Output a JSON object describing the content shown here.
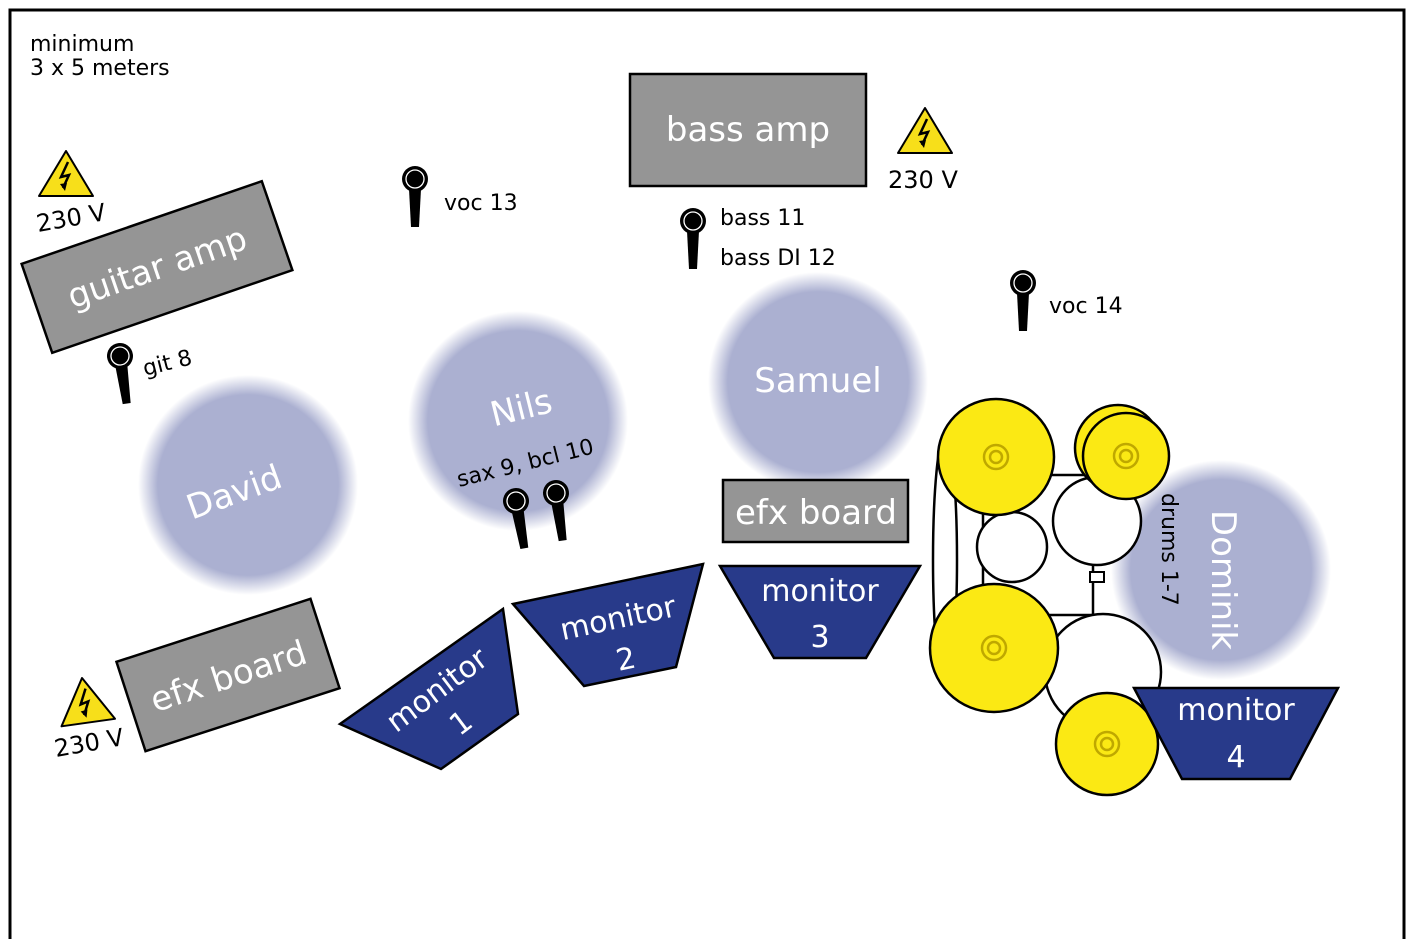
{
  "stage_note": {
    "line1": "minimum",
    "line2": "3 x 5 meters"
  },
  "amps": {
    "guitar": "guitar amp",
    "bass": "bass amp"
  },
  "efx": {
    "left": "efx board",
    "center": "efx board"
  },
  "power": {
    "label": "230 V"
  },
  "mics": {
    "voc13": "voc 13",
    "bass11": "bass 11",
    "bassdi12": "bass DI 12",
    "voc14": "voc 14",
    "git8": "git 8",
    "saxbcl": "sax 9, bcl 10",
    "drums": "drums 1-7"
  },
  "players": {
    "david": "David",
    "nils": "Nils",
    "samuel": "Samuel",
    "dominik": "Dominik"
  },
  "monitors": {
    "m1": {
      "word": "monitor",
      "num": "1"
    },
    "m2": {
      "word": "monitor",
      "num": "2"
    },
    "m3": {
      "word": "monitor",
      "num": "3"
    },
    "m4": {
      "word": "monitor",
      "num": "4"
    }
  },
  "colors": {
    "player": "#abb0d1",
    "monitor": "#283a8a",
    "amp": "#959595",
    "cymbal": "#fbe914",
    "warning": "#f7df1a"
  }
}
